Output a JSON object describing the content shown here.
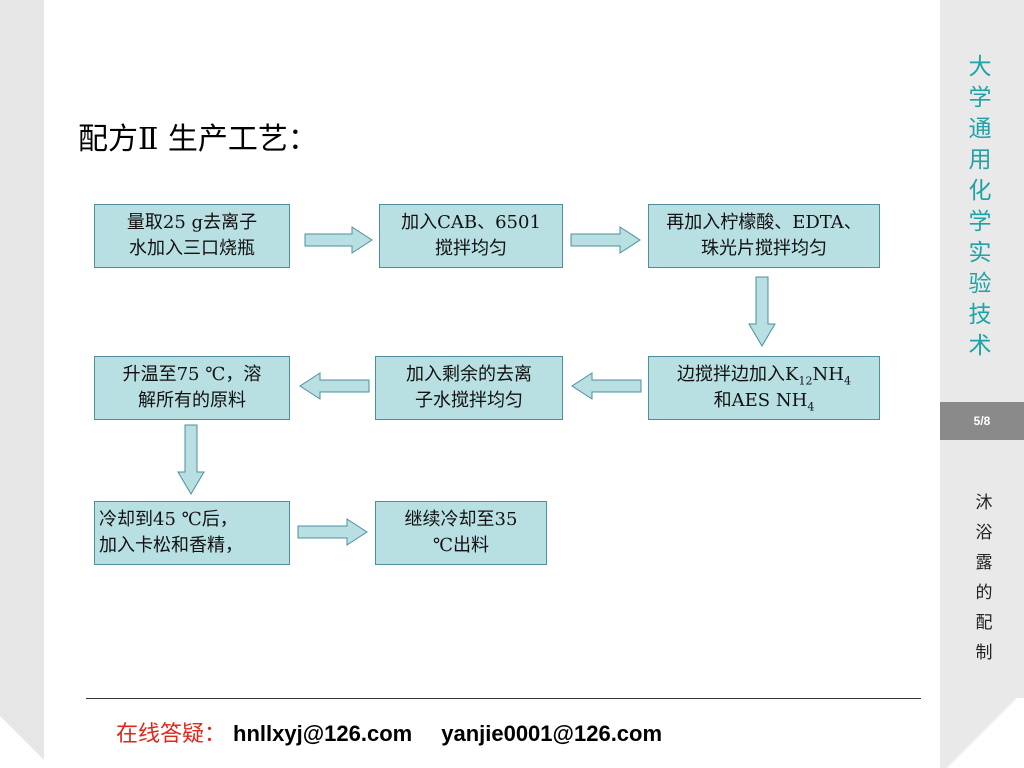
{
  "sidebar": {
    "course_title": [
      "大",
      "学",
      "通",
      "用",
      "化",
      "学",
      "实",
      "验",
      "技",
      "术"
    ],
    "page_indicator": "5/8",
    "topic": [
      "沐",
      "浴",
      "露",
      "的",
      "配",
      "制"
    ]
  },
  "slide": {
    "title": "配方Ⅱ  生产工艺："
  },
  "steps": {
    "s1": {
      "line1": "量取25 g去离子",
      "line2": "水加入三口烧瓶"
    },
    "s2": {
      "line1": "加入CAB、6501",
      "line2": "搅拌均匀"
    },
    "s3": {
      "line1": "再加入柠檬酸、EDTA、",
      "line2": "珠光片搅拌均匀"
    },
    "s4": {
      "l1a": "边搅拌边加入K",
      "l1sub1": "12",
      "l1b": "NH",
      "l1sub2": "4",
      "l2a": "和AES NH",
      "l2sub": "4"
    },
    "s5": {
      "line1": "加入剩余的去离",
      "line2": "子水搅拌均匀"
    },
    "s6": {
      "line1": "升温至75 ℃，溶",
      "line2": "解所有的原料"
    },
    "s7": {
      "line1": "冷却到45 ℃后，",
      "line2": "加入卡松和香精，"
    },
    "s8": {
      "line1": "继续冷却至35",
      "line2": "℃出料"
    }
  },
  "footer": {
    "label": "在线答疑：",
    "email1": "hnllxyj@126.com",
    "email2": "yanjie0001@126.com"
  },
  "colors": {
    "step_fill": "#b8dfe2",
    "step_border": "#4d8fa0",
    "course_title": "#1fa3a6",
    "footer_label": "#e0261b",
    "page_badge": "#8a8a8a"
  }
}
